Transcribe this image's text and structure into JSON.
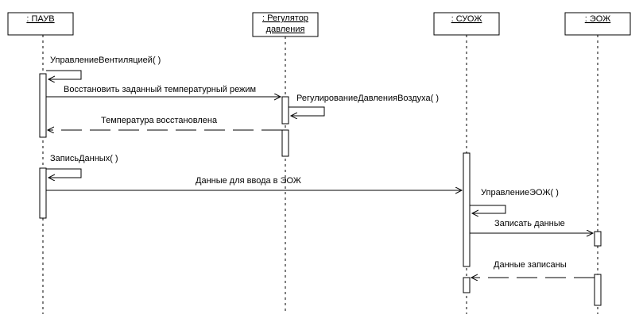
{
  "diagram": {
    "type": "UML sequence diagram",
    "lifelines": [
      {
        "id": "pauv",
        "label": ": ПАУВ"
      },
      {
        "id": "reg",
        "label_line1": ": Регулятор",
        "label_line2": "давления"
      },
      {
        "id": "suozh",
        "label": ": СУОЖ"
      },
      {
        "id": "eozh",
        "label": ": ЭОЖ"
      }
    ],
    "messages": [
      {
        "id": "m1",
        "from": "pauv",
        "to": "pauv",
        "kind": "self-call",
        "label": "УправлениеВентиляцией( )"
      },
      {
        "id": "m2",
        "from": "pauv",
        "to": "reg",
        "kind": "call",
        "label": "Восстановить заданный температурный режим"
      },
      {
        "id": "m3",
        "from": "reg",
        "to": "reg",
        "kind": "self-call",
        "label": "РегулированиеДавленияВоздуха( )"
      },
      {
        "id": "m4",
        "from": "reg",
        "to": "pauv",
        "kind": "return",
        "label": "Температура восстановлена"
      },
      {
        "id": "m5",
        "from": "pauv",
        "to": "pauv",
        "kind": "self-call",
        "label": "ЗаписьДанных( )"
      },
      {
        "id": "m6",
        "from": "pauv",
        "to": "suozh",
        "kind": "call",
        "label": "Данные для ввода в ЭОЖ"
      },
      {
        "id": "m7",
        "from": "suozh",
        "to": "suozh",
        "kind": "self-call",
        "label": "УправлениеЭОЖ( )"
      },
      {
        "id": "m8",
        "from": "suozh",
        "to": "eozh",
        "kind": "call",
        "label": "Записать данные"
      },
      {
        "id": "m9",
        "from": "eozh",
        "to": "suozh",
        "kind": "return",
        "label": "Данные записаны"
      }
    ],
    "colors": {
      "line": "#000000",
      "box_fill": "#ffffff",
      "background": "#ffffff"
    }
  }
}
